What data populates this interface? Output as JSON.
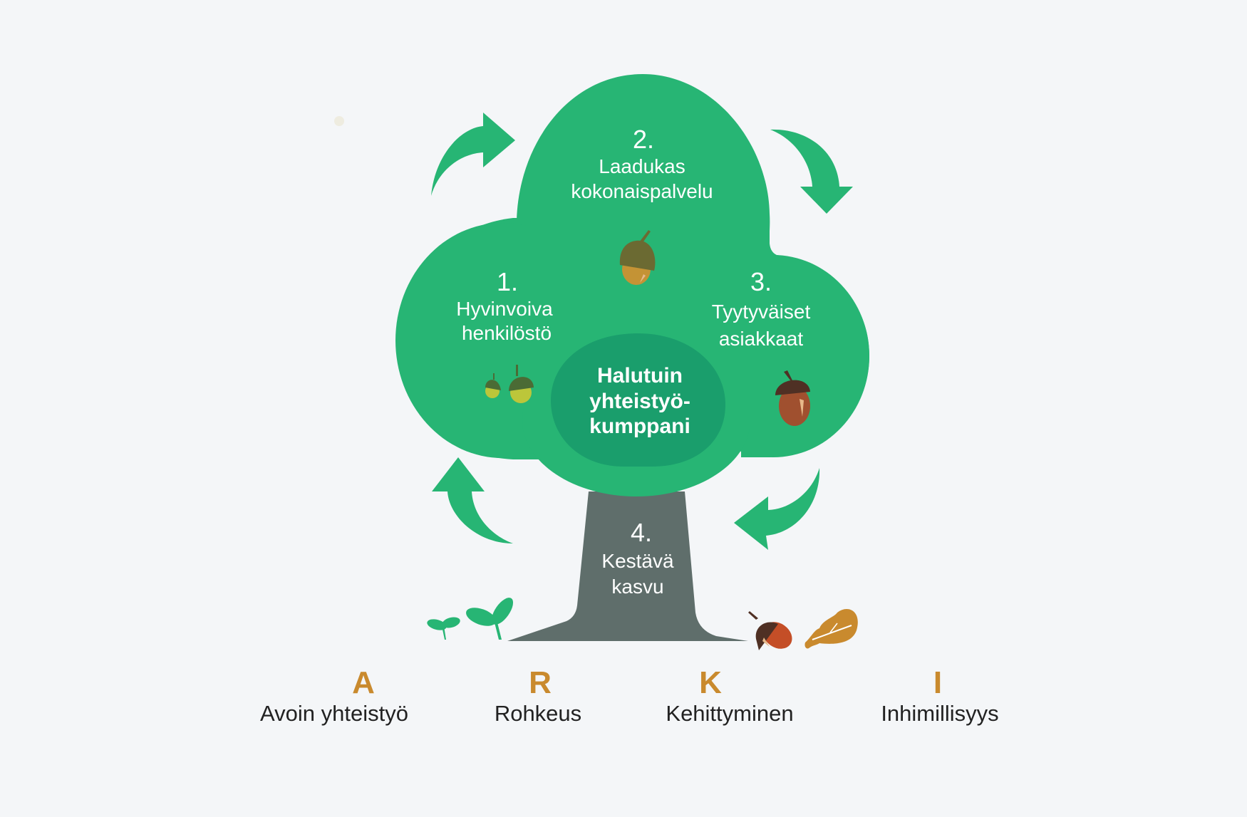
{
  "diagram": {
    "center": {
      "lines": [
        "Halutuin",
        "yhteistyö-",
        "kumppani"
      ]
    },
    "steps": [
      {
        "number": "1.",
        "lines": [
          "Hyvinvoiva",
          "henkilöstö"
        ]
      },
      {
        "number": "2.",
        "lines": [
          "Laadukas",
          "kokonaispalvelu"
        ]
      },
      {
        "number": "3.",
        "lines": [
          "Tyytyväiset",
          "asiakkaat"
        ]
      },
      {
        "number": "4.",
        "lines": [
          "Kestävä",
          "kasvu"
        ]
      }
    ],
    "cycle_arrows": [
      "curved-arrow-right",
      "curved-arrow-down",
      "curved-arrow-left",
      "curved-arrow-up"
    ],
    "decorations": [
      "acorn-green-pair",
      "acorn-olive",
      "acorn-brown",
      "sprout-small",
      "sprout-large",
      "acorn-fallen",
      "leaf"
    ]
  },
  "values": [
    {
      "letter": "A",
      "label": "Avoin yhteistyö"
    },
    {
      "letter": "R",
      "label": "Rohkeus"
    },
    {
      "letter": "K",
      "label": "Kehittyminen"
    },
    {
      "letter": "I",
      "label": "Inhimillisyys"
    }
  ],
  "colors": {
    "background": "#f4f6f8",
    "crown": "#27b574",
    "crown_inner": "#1a9e6c",
    "trunk": "#5f6e6b",
    "letter_accent": "#c98a2e",
    "value_text": "#222222"
  }
}
